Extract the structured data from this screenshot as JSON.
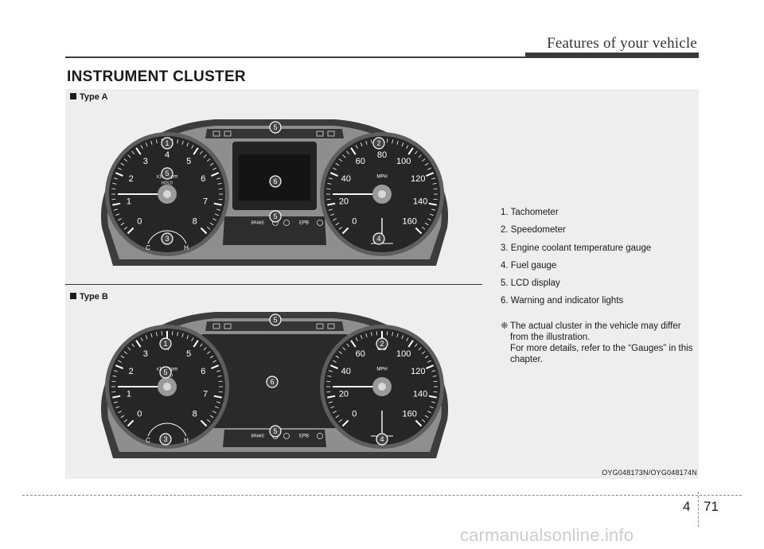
{
  "header": {
    "chapter_title": "Features of your vehicle"
  },
  "section": {
    "title": "INSTRUMENT CLUSTER"
  },
  "figure": {
    "type_a_label": "Type A",
    "type_b_label": "Type B",
    "code": "OYG048173N/OYG048174N",
    "callouts": [
      "1",
      "2",
      "3",
      "4",
      "5",
      "6"
    ],
    "tach_numbers": [
      "0",
      "1",
      "2",
      "3",
      "4",
      "5",
      "6",
      "7",
      "8"
    ],
    "tach_unit": "x1000rpm",
    "speedo_numbers": [
      "0",
      "20",
      "40",
      "60",
      "80",
      "100",
      "120",
      "140",
      "160"
    ],
    "speedo_unit": "MPH",
    "temp_labels": [
      "C",
      "H"
    ],
    "hold_label": "HOLD",
    "epb_label": "EPB",
    "brake_label": "BRAKE"
  },
  "legend": {
    "items": [
      "1. Tachometer",
      "2. Speedometer",
      "3. Engine coolant temperature gauge",
      "4. Fuel gauge",
      "5. LCD display",
      "6. Warning and indicator lights"
    ]
  },
  "note": {
    "symbol": "❈",
    "line1": "The actual cluster in the vehicle may differ from the illustration.",
    "line2": "For more details, refer to the “Gauges” in this chapter."
  },
  "footer": {
    "chapter": "4",
    "page": "71"
  },
  "watermark": "carmanualsonline.info",
  "colors": {
    "bezel": "#4a4a4a",
    "gauge_face": "#262626",
    "panel": "#eeeeee",
    "callout": "#444444"
  }
}
